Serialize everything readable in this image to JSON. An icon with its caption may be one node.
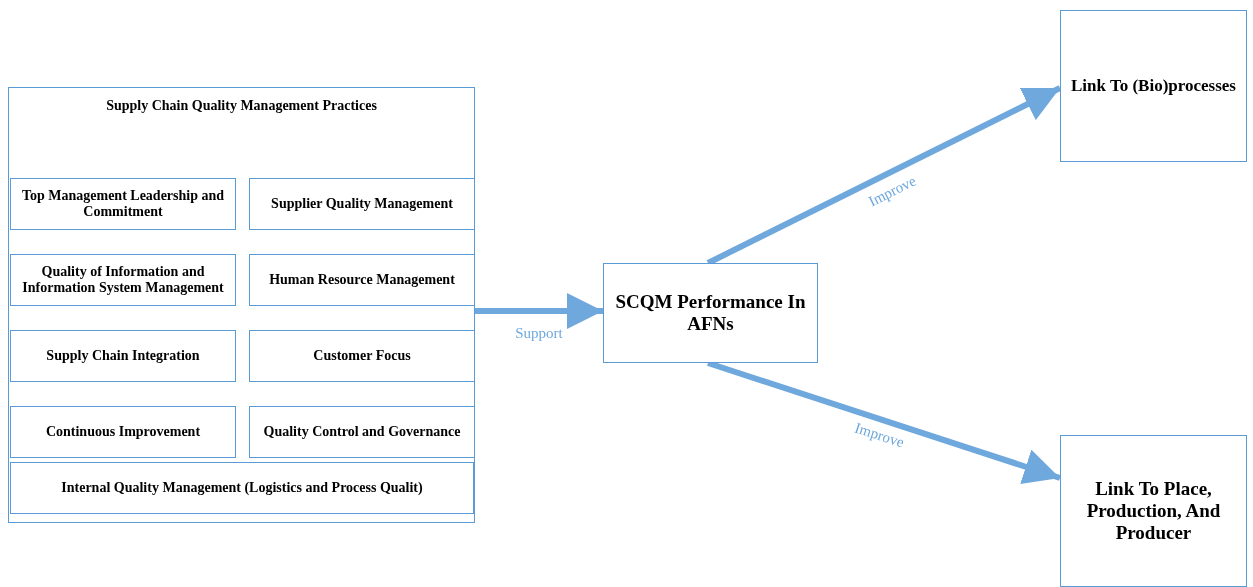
{
  "diagram": {
    "nodes": [
      {
        "text": [
          "Supply Chain Quality Management Practices"
        ]
      },
      {
        "text": [
          "Top Management Leadership and Commitment"
        ],
        "in": 0
      },
      {
        "text": [
          "Supplier Quality Management"
        ],
        "in": 0
      },
      {
        "text": [
          "Quality of Information and Information System Management"
        ],
        "in": 0
      },
      {
        "text": [
          "Human Resource Management"
        ],
        "in": 0
      },
      {
        "text": [
          "Supply Chain Integration"
        ],
        "in": 0
      },
      {
        "text": [
          "Customer Focus"
        ],
        "in": 0
      },
      {
        "text": [
          "Continuous Improvement"
        ],
        "in": 0
      },
      {
        "text": [
          "Quality Control and Governance"
        ],
        "in": 0
      },
      {
        "text": [
          "Internal Quality Management (Logistics and Process Qualit)"
        ],
        "in": 0
      },
      {
        "text": [
          "SCQM Performance In AFNs"
        ]
      },
      {
        "text": [
          "Link To (Bio)processes"
        ]
      },
      {
        "text": [
          "Link To Place, Production, And Producer"
        ]
      }
    ],
    "edges": [
      {
        "from": 0,
        "to": 10,
        "arrow": "to",
        "label": "Support"
      },
      {
        "from": 10,
        "to": 11,
        "arrow": "to",
        "label": "Improve"
      },
      {
        "from": 10,
        "to": 12,
        "arrow": "to",
        "label": "Improve"
      }
    ]
  }
}
